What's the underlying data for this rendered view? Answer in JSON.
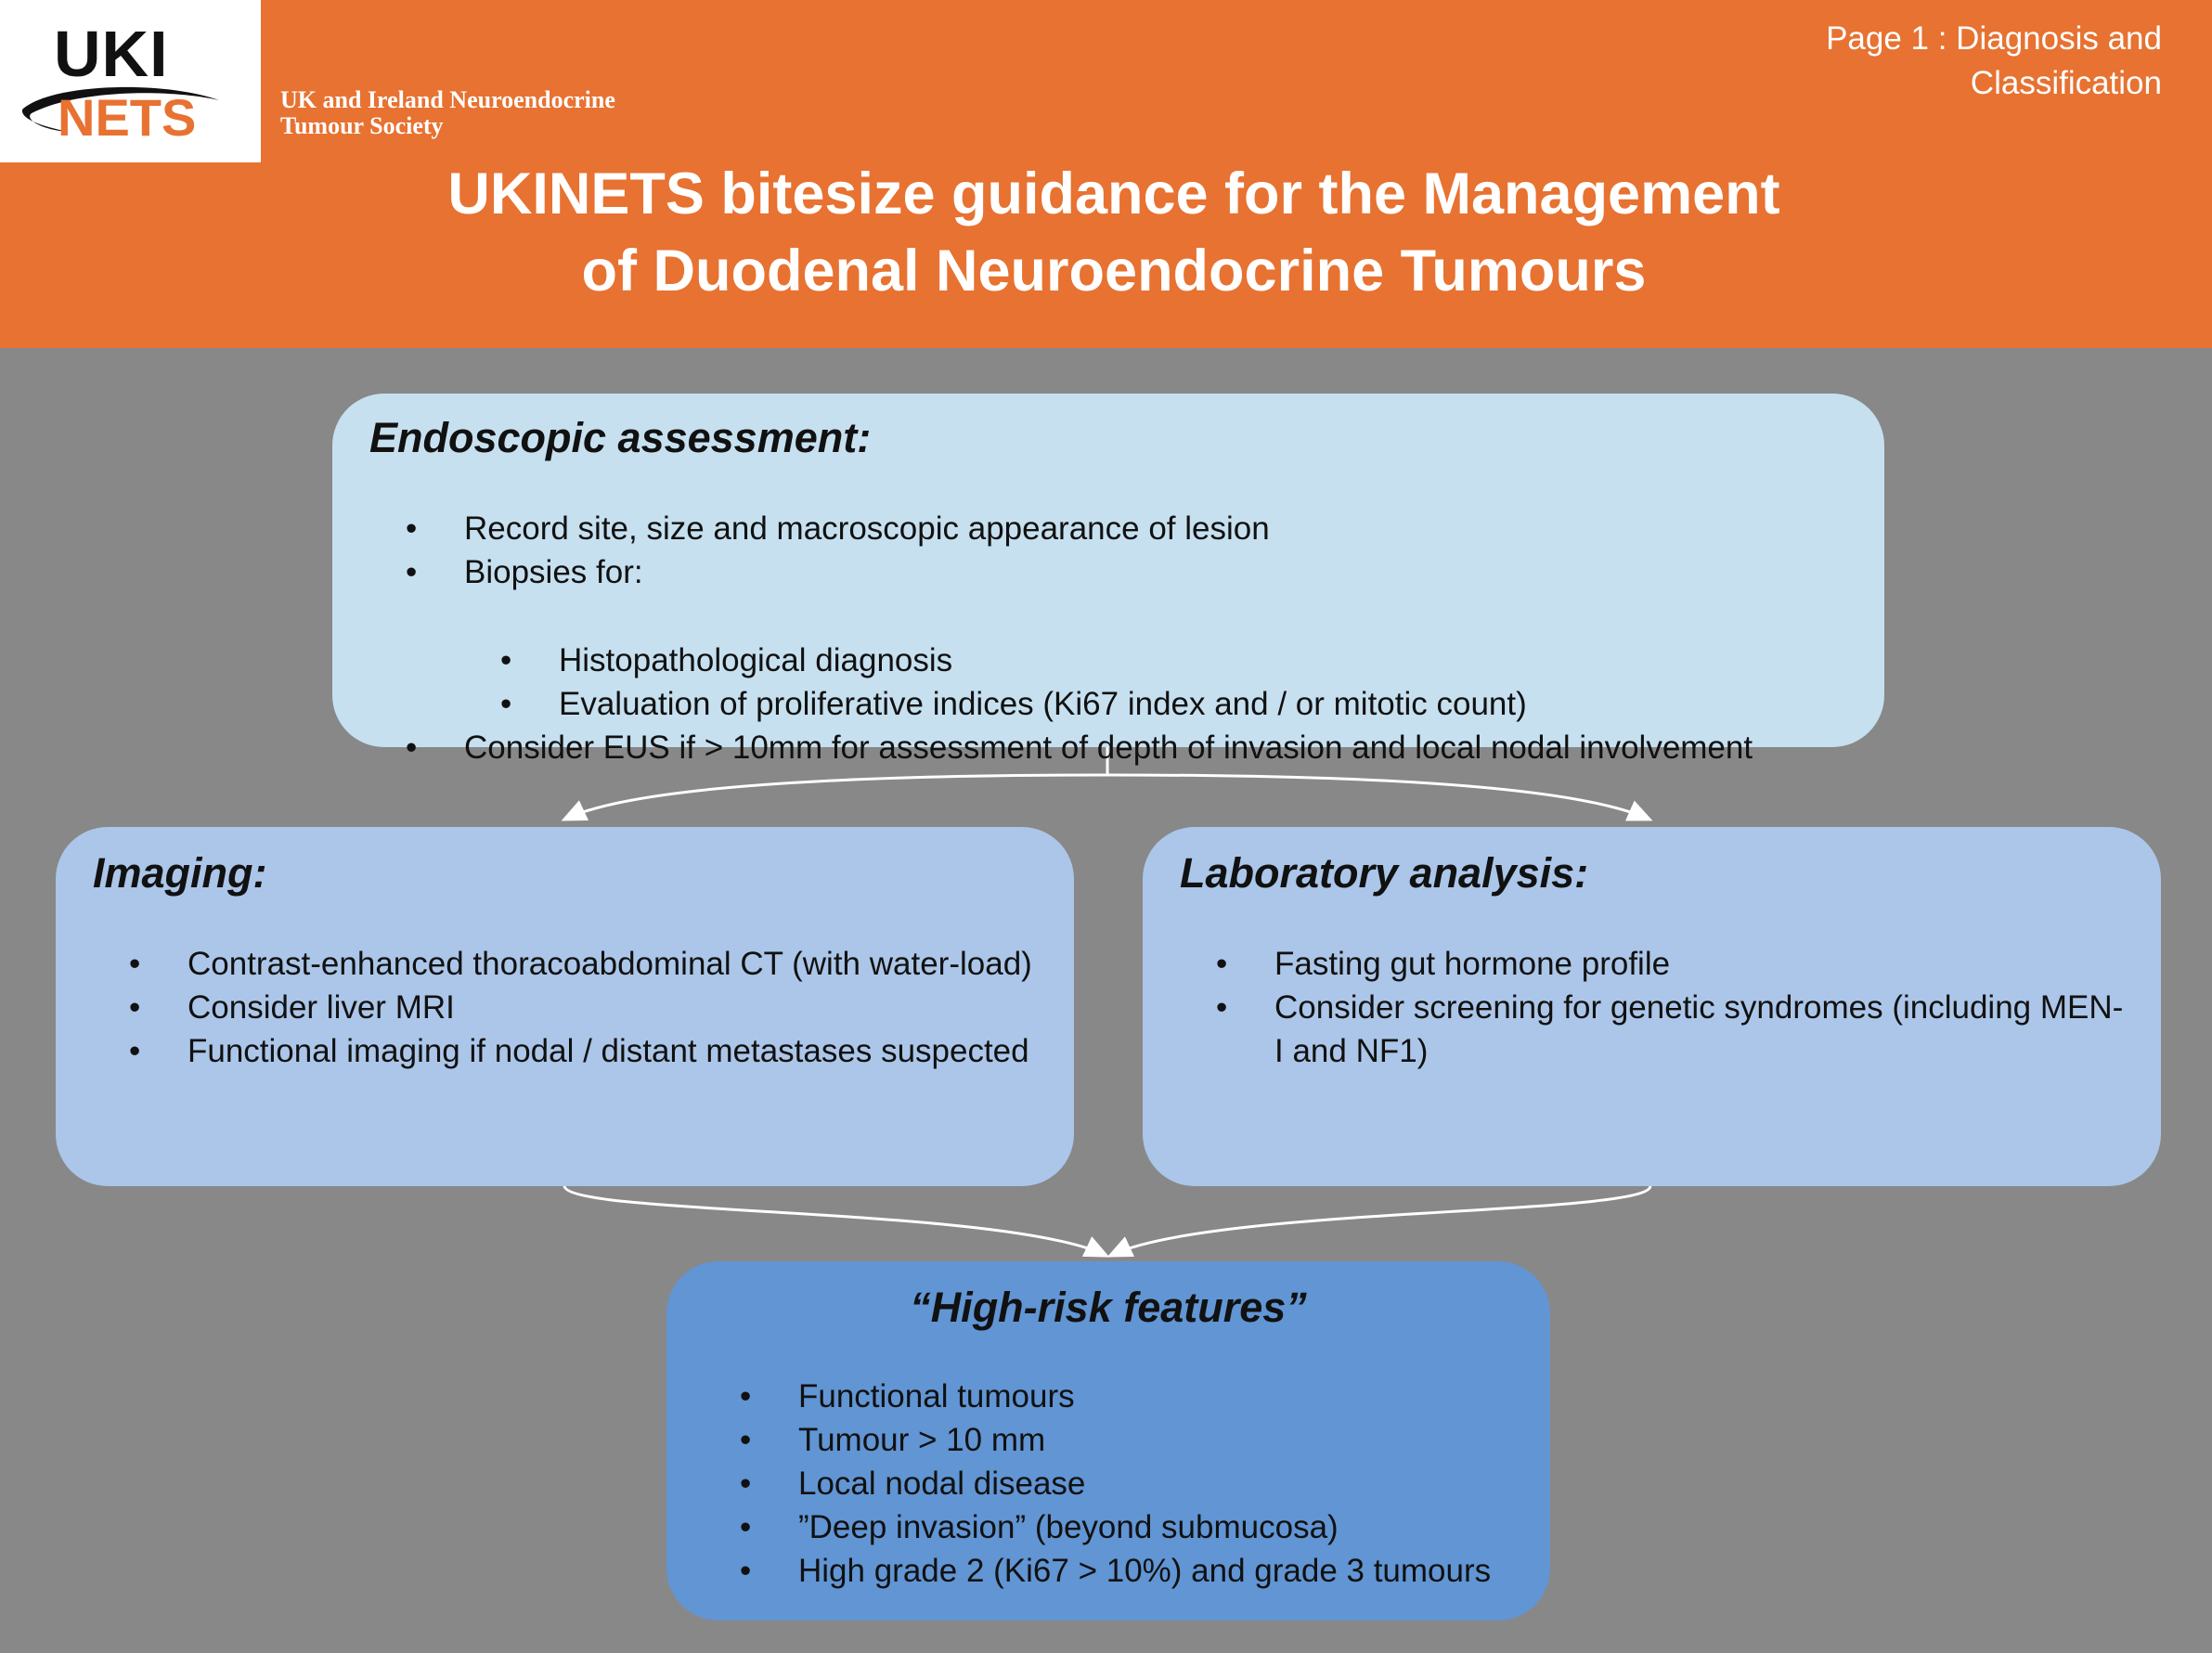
{
  "header": {
    "logo_top": "UKI",
    "logo_bottom": "NETS",
    "society_line1": "UK and Ireland Neuroendocrine",
    "society_line2": "Tumour Society",
    "page_label_line1": "Page 1 : Diagnosis and",
    "page_label_line2": "Classification",
    "title_line1": "UKINETS bitesize guidance for the Management",
    "title_line2": "of  Duodenal Neuroendocrine Tumours"
  },
  "colors": {
    "header_orange": "#e77231",
    "background_grey": "#888888",
    "endoscopic_box": "#c6e0f0",
    "middle_boxes": "#abc6e8",
    "risk_box": "#6195d4",
    "arrow": "#ffffff"
  },
  "endoscopic": {
    "title": "Endoscopic assessment:",
    "item1": "Record site, size and macroscopic appearance of lesion",
    "item2": "Biopsies for:",
    "sub1": "Histopathological diagnosis",
    "sub2": "Evaluation of proliferative indices (Ki67 index and / or mitotic count)",
    "item3": "Consider EUS if > 10mm for assessment of depth of invasion and local nodal involvement"
  },
  "imaging": {
    "title": "Imaging:",
    "items": [
      "Contrast-enhanced thoracoabdominal CT (with water-load)",
      "Consider liver MRI",
      "Functional imaging if nodal / distant metastases suspected"
    ]
  },
  "laboratory": {
    "title": "Laboratory analysis:",
    "items": [
      "Fasting gut hormone profile",
      "Consider screening for genetic syndromes (including MEN-I and NF1)"
    ]
  },
  "high_risk": {
    "title": "“High-risk features”",
    "items": [
      "Functional tumours",
      "Tumour > 10 mm",
      "Local nodal disease",
      "”Deep invasion” (beyond submucosa)",
      "High grade 2 (Ki67 > 10%) and grade 3 tumours"
    ]
  }
}
